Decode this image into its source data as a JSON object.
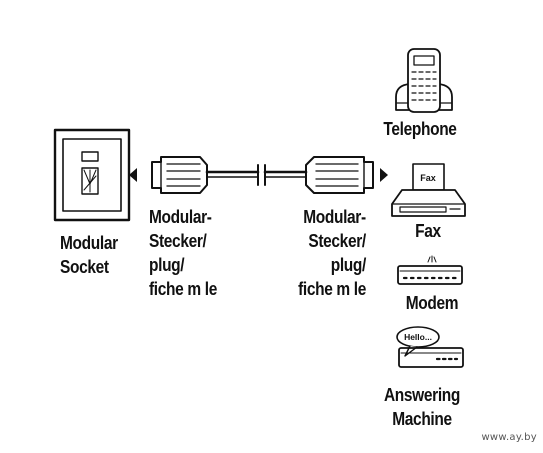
{
  "labels": {
    "socket_line1": "Modular",
    "socket_line2": "Socket",
    "plug_left_line1": "Modular-",
    "plug_left_line2": "Stecker/",
    "plug_left_line3": "plug/",
    "plug_left_line4": "fiche m le",
    "plug_right_line1": "Modular-",
    "plug_right_line2": "Stecker/",
    "plug_right_line3": "plug/",
    "plug_right_line4": "fiche m le",
    "telephone": "Telephone",
    "fax": "Fax",
    "modem": "Modem",
    "answering_line1": "Answering",
    "answering_line2": "Machine"
  },
  "device_text": {
    "fax_sheet": "Fax",
    "speech_bubble": "Hello..."
  },
  "watermark": "www.ay.by",
  "colors": {
    "line": "#111111",
    "background": "#ffffff"
  }
}
